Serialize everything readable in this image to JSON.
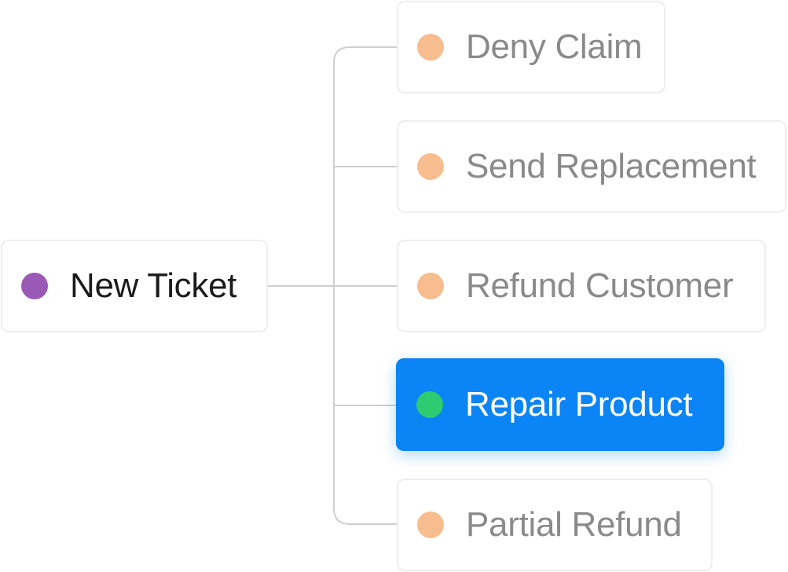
{
  "colors": {
    "root_dot": "#9b59b6",
    "option_dot": "#f7bd8f",
    "selected_dot": "#2ecc71",
    "selected_bg": "#0b84f5",
    "connector": "#cfcfcf"
  },
  "root": {
    "label": "New Ticket"
  },
  "options": [
    {
      "label": "Deny Claim",
      "selected": false
    },
    {
      "label": "Send Replacement",
      "selected": false
    },
    {
      "label": "Refund Customer",
      "selected": false
    },
    {
      "label": "Repair Product",
      "selected": true
    },
    {
      "label": "Partial Refund",
      "selected": false
    }
  ]
}
